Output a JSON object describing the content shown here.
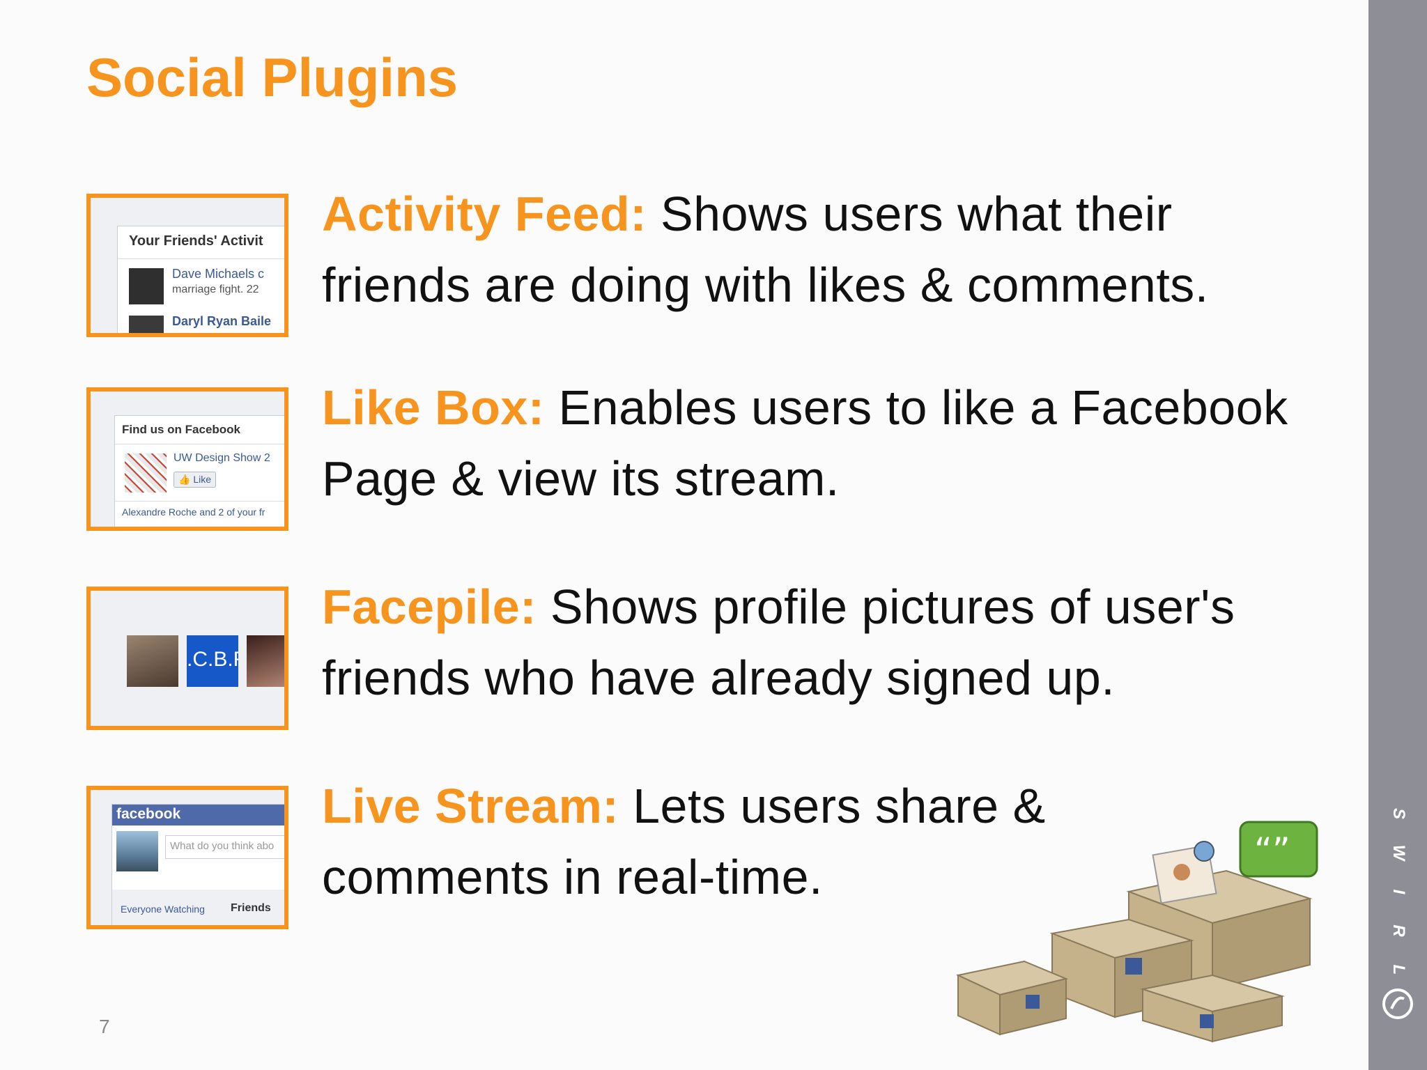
{
  "slide": {
    "title": "Social Plugins",
    "page_number": "7",
    "brand_letters": [
      "S",
      "W",
      "I",
      "R",
      "L"
    ]
  },
  "items": [
    {
      "term": "Activity Feed:",
      "text": " Shows users what their friends are doing with likes & comments.",
      "thumb": {
        "header": "Your Friends' Activit",
        "entry1_name": "Dave Michaels c",
        "entry1_text": "marriage fight. 22",
        "entry2_name": "Daryl Ryan Baile"
      }
    },
    {
      "term": "Like Box:",
      "text": " Enables users to like a Facebook Page & view its stream.",
      "thumb": {
        "header": "Find us on Facebook",
        "page_name": "UW Design Show 2",
        "like_label": "Like",
        "footer": "Alexandre Roche and 2 of your fr"
      }
    },
    {
      "term": "Facepile:",
      "text": " Shows profile pictures of user's friends who have already signed up.",
      "thumb": {
        "tile_text": ".C.B.F"
      }
    },
    {
      "term": "Live Stream:",
      "text": " Lets users share & comments in real-time.",
      "thumb": {
        "brand": "facebook",
        "placeholder": "What do you think abo",
        "tab1": "Everyone Watching",
        "tab2": "Friends"
      }
    }
  ],
  "colors": {
    "accent": "#f7941d",
    "sidebar": "#8e8e96",
    "facebook_blue": "#3b5998"
  }
}
